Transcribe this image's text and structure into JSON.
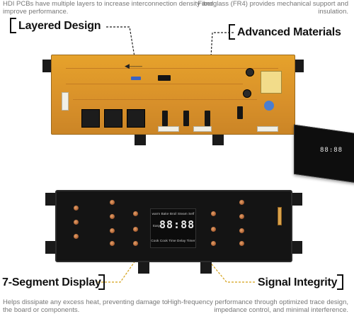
{
  "captions": {
    "top_left": "HDI PCBs have multiple layers to increase interconnection density and improve performance.",
    "top_right": "Fiberglass (FR4) provides mechanical support and insulation.",
    "bottom_left": "Helps dissipate any excess heat, preventing damage to the board or components.",
    "bottom_right": "High-frequency performance through optimized trace design, impedance control, and minimal interference."
  },
  "labels": {
    "layered": "Layered Design",
    "materials": "Advanced Materials",
    "segment": "7-Segment Display",
    "signal": "Signal Integrity"
  },
  "display": {
    "modes": "warm Bake Broil Steam Self",
    "easy": "Easy",
    "digits": "88:88",
    "functions": "Cook Cook Time Delay Timer"
  },
  "side_display": {
    "digits": "88:88"
  },
  "colors": {
    "pcb_yellow": "#e6a22b",
    "panel_black": "#141414",
    "leader_gold": "#d4a017"
  },
  "icons": {
    "board_arrow": "left-arrow-icon"
  }
}
